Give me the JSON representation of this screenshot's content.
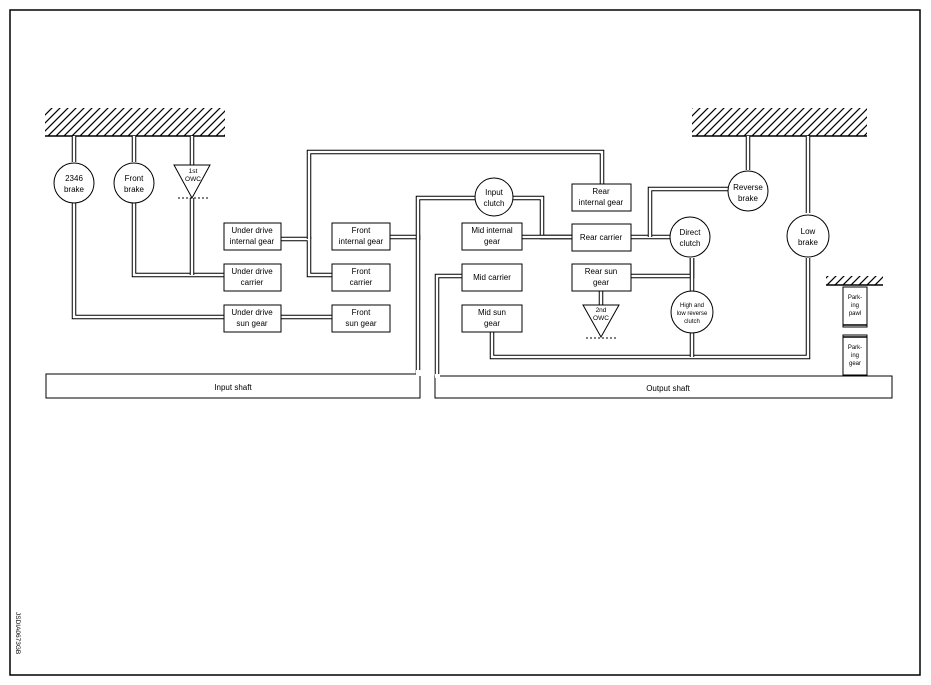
{
  "diagram": {
    "components": {
      "brake_2346": [
        "2346",
        "brake"
      ],
      "front_brake": [
        "Front",
        "brake"
      ],
      "owc_1st": [
        "1st",
        "OWC"
      ],
      "ud_internal_gear": [
        "Under drive",
        "internal gear"
      ],
      "ud_carrier": [
        "Under drive",
        "carrier"
      ],
      "ud_sun_gear": [
        "Under drive",
        "sun gear"
      ],
      "front_internal_gear": [
        "Front",
        "internal gear"
      ],
      "front_carrier": [
        "Front",
        "carrier"
      ],
      "front_sun_gear": [
        "Front",
        "sun gear"
      ],
      "input_clutch": [
        "Input",
        "clutch"
      ],
      "mid_internal_gear": [
        "Mid internal",
        "gear"
      ],
      "mid_carrier": [
        "Mid carrier"
      ],
      "mid_sun_gear": [
        "Mid sun",
        "gear"
      ],
      "rear_internal_gear": [
        "Rear",
        "internal gear"
      ],
      "rear_carrier": [
        "Rear carrier"
      ],
      "rear_sun_gear": [
        "Rear sun",
        "gear"
      ],
      "owc_2nd": [
        "2nd",
        "OWC"
      ],
      "direct_clutch": [
        "Direct",
        "clutch"
      ],
      "reverse_brake": [
        "Reverse",
        "brake"
      ],
      "low_brake": [
        "Low",
        "brake"
      ],
      "high_low_reverse_clutch": [
        "High and",
        "low reverse",
        "clutch"
      ],
      "parking_pawl": [
        "Park-",
        "ing",
        "pawl"
      ],
      "parking_gear": [
        "Park-",
        "ing",
        "gear"
      ]
    },
    "input_shaft": "Input shaft",
    "output_shaft": "Output shaft",
    "figure_code": "JSDIA0673GB"
  }
}
